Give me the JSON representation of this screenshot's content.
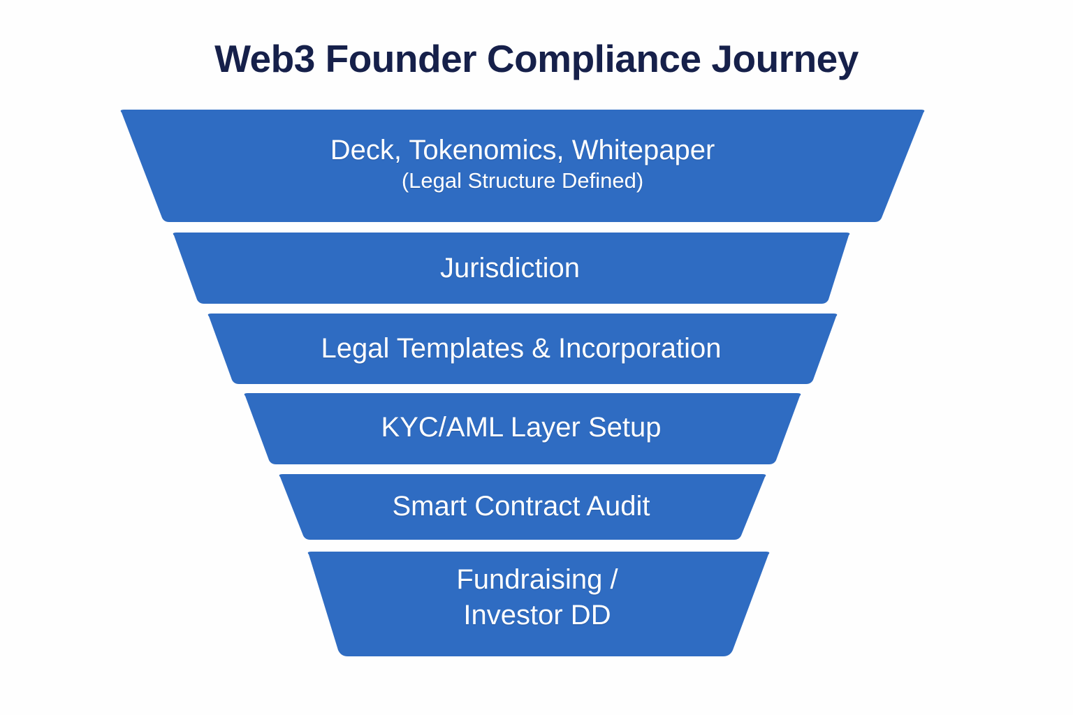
{
  "title": "Web3 Founder Compliance Journey",
  "colors": {
    "background": "#fefefe",
    "title_text": "#16204a",
    "funnel_fill": "#2f6cc2",
    "funnel_fill_shadow": "#2862b4",
    "stage_text": "#ffffff"
  },
  "chart_data": {
    "type": "funnel",
    "title": "Web3 Founder Compliance Journey",
    "xlabel": "",
    "ylabel": "",
    "orientation": "vertical-descending",
    "grid": false,
    "legend": "none",
    "stage_count": 6,
    "categories": [
      "Deck, Tokenomics, Whitepaper",
      "Jurisdiction",
      "Legal Templates & Incorporation",
      "KYC/AML Layer Setup",
      "Smart Contract Audit",
      "Fundraising / Investor DD"
    ],
    "values": [
      100,
      83,
      75,
      66,
      57,
      48
    ],
    "stages": [
      {
        "index": 1,
        "label": "Deck, Tokenomics, Whitepaper",
        "sublabel": "(Legal Structure Defined)",
        "line2": "",
        "top_width": 1153,
        "bottom_width": 1026,
        "relative_width": 100
      },
      {
        "index": 2,
        "label": "Jurisdiction",
        "sublabel": "",
        "line2": "",
        "top_width": 962,
        "bottom_width": 872,
        "relative_width": 83
      },
      {
        "index": 3,
        "label": "Legal Templates & Incorporation",
        "sublabel": "",
        "line2": "",
        "top_width": 902,
        "bottom_width": 823,
        "relative_width": 75
      },
      {
        "index": 4,
        "label": "KYC/AML Layer Setup",
        "sublabel": "",
        "line2": "",
        "top_width": 798,
        "bottom_width": 717,
        "relative_width": 66
      },
      {
        "index": 5,
        "label": "Smart Contract Audit",
        "sublabel": "",
        "line2": "",
        "top_width": 698,
        "bottom_width": 618,
        "relative_width": 57
      },
      {
        "index": 6,
        "label": "Fundraising /",
        "sublabel": "",
        "line2": "Investor DD",
        "top_width": 662,
        "bottom_width": 553,
        "relative_width": 48
      }
    ]
  }
}
